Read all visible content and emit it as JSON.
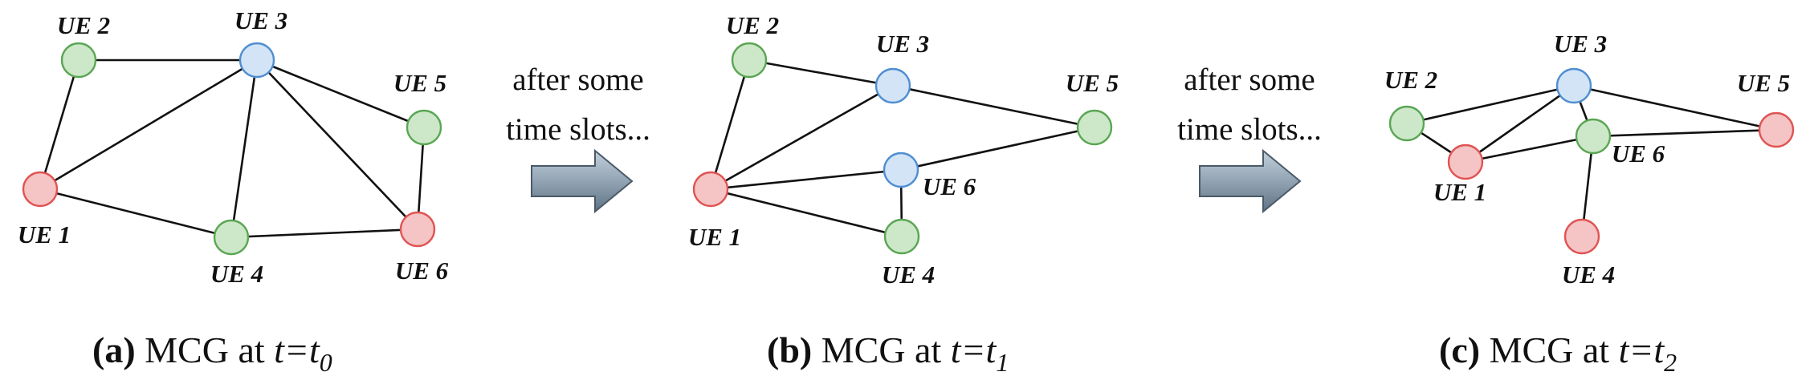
{
  "colors": {
    "green_fill": "#cde8c9",
    "green_stroke": "#5aa653",
    "blue_fill": "#d3e4f7",
    "blue_stroke": "#4f8ed1",
    "red_fill": "#f5c4c4",
    "red_stroke": "#e05353"
  },
  "panels": [
    {
      "id": "a",
      "caption": {
        "tag": "(a)",
        "text": " MCG at ",
        "var": "t",
        "eq": "=t",
        "sub": "0"
      },
      "nodes": [
        {
          "id": "UE1",
          "label": "UE 1",
          "color": "red"
        },
        {
          "id": "UE2",
          "label": "UE 2",
          "color": "green"
        },
        {
          "id": "UE3",
          "label": "UE 3",
          "color": "blue"
        },
        {
          "id": "UE4",
          "label": "UE 4",
          "color": "green"
        },
        {
          "id": "UE5",
          "label": "UE 5",
          "color": "green"
        },
        {
          "id": "UE6",
          "label": "UE 6",
          "color": "red"
        }
      ],
      "edges": [
        [
          "UE1",
          "UE2"
        ],
        [
          "UE2",
          "UE3"
        ],
        [
          "UE1",
          "UE3"
        ],
        [
          "UE1",
          "UE4"
        ],
        [
          "UE3",
          "UE4"
        ],
        [
          "UE3",
          "UE6"
        ],
        [
          "UE3",
          "UE5"
        ],
        [
          "UE5",
          "UE6"
        ],
        [
          "UE4",
          "UE6"
        ]
      ]
    },
    {
      "id": "b",
      "caption": {
        "tag": "(b)",
        "text": " MCG at ",
        "var": "t",
        "eq": "=t",
        "sub": "1"
      },
      "nodes": [
        {
          "id": "UE1",
          "label": "UE 1",
          "color": "red"
        },
        {
          "id": "UE2",
          "label": "UE 2",
          "color": "green"
        },
        {
          "id": "UE3",
          "label": "UE 3",
          "color": "blue"
        },
        {
          "id": "UE4",
          "label": "UE 4",
          "color": "green"
        },
        {
          "id": "UE5",
          "label": "UE 5",
          "color": "green"
        },
        {
          "id": "UE6",
          "label": "UE 6",
          "color": "blue"
        }
      ],
      "edges": [
        [
          "UE1",
          "UE2"
        ],
        [
          "UE2",
          "UE3"
        ],
        [
          "UE1",
          "UE3"
        ],
        [
          "UE3",
          "UE5"
        ],
        [
          "UE1",
          "UE6"
        ],
        [
          "UE6",
          "UE5"
        ],
        [
          "UE1",
          "UE4"
        ],
        [
          "UE6",
          "UE4"
        ]
      ]
    },
    {
      "id": "c",
      "caption": {
        "tag": "(c)",
        "text": " MCG at ",
        "var": "t",
        "eq": "=t",
        "sub": "2"
      },
      "nodes": [
        {
          "id": "UE1",
          "label": "UE 1",
          "color": "red"
        },
        {
          "id": "UE2",
          "label": "UE 2",
          "color": "green"
        },
        {
          "id": "UE3",
          "label": "UE 3",
          "color": "blue"
        },
        {
          "id": "UE4",
          "label": "UE 4",
          "color": "red"
        },
        {
          "id": "UE5",
          "label": "UE 5",
          "color": "red"
        },
        {
          "id": "UE6",
          "label": "UE 6",
          "color": "green"
        }
      ],
      "edges": [
        [
          "UE2",
          "UE3"
        ],
        [
          "UE2",
          "UE1"
        ],
        [
          "UE1",
          "UE3"
        ],
        [
          "UE1",
          "UE6"
        ],
        [
          "UE3",
          "UE6"
        ],
        [
          "UE3",
          "UE5"
        ],
        [
          "UE6",
          "UE5"
        ],
        [
          "UE6",
          "UE4"
        ]
      ]
    }
  ],
  "transitions": [
    {
      "line1": "after some",
      "line2": "time slots..."
    },
    {
      "line1": "after some",
      "line2": "time slots..."
    }
  ]
}
